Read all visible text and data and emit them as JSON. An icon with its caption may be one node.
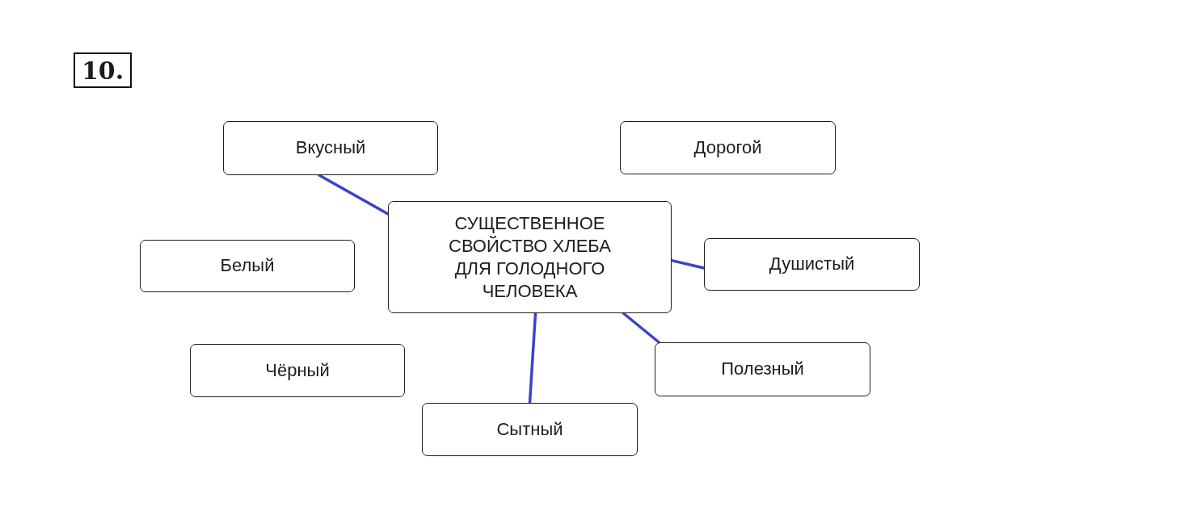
{
  "diagram": {
    "nodes": [
      {
        "text": [
          "10."
        ]
      },
      {
        "text": [
          "Вкусный"
        ]
      },
      {
        "text": [
          "Дорогой"
        ]
      },
      {
        "text": [
          "СУЩЕСТВЕННОЕ СВОЙСТВО ХЛЕБА ДЛЯ ГОЛОДНОГО ЧЕЛОВЕКА"
        ]
      },
      {
        "text": [
          "Белый"
        ]
      },
      {
        "text": [
          "Душистый"
        ]
      },
      {
        "text": [
          "Чёрный"
        ]
      },
      {
        "text": [
          "Полезный"
        ]
      },
      {
        "text": [
          "Сытный"
        ]
      }
    ],
    "edges": [
      {
        "from": 3,
        "to": 1,
        "arrow": "none"
      },
      {
        "from": 3,
        "to": 5,
        "arrow": "none"
      },
      {
        "from": 3,
        "to": 7,
        "arrow": "none"
      },
      {
        "from": 3,
        "to": 8,
        "arrow": "none"
      }
    ]
  }
}
